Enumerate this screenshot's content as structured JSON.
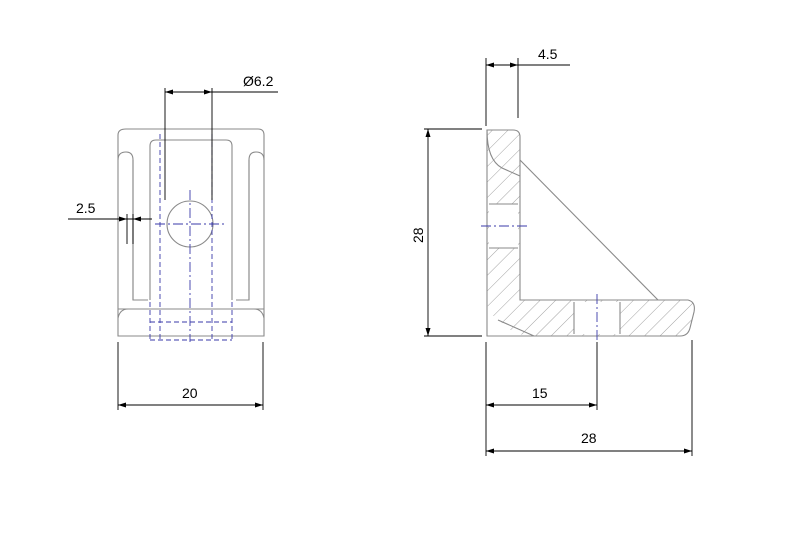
{
  "front_view": {
    "hole_diameter_label": "Ø6.2",
    "wall_thickness_label": "2.5",
    "width_label": "20"
  },
  "side_view": {
    "thickness_label": "4.5",
    "height_label": "28",
    "hole_offset_label": "15",
    "length_label": "28"
  }
}
